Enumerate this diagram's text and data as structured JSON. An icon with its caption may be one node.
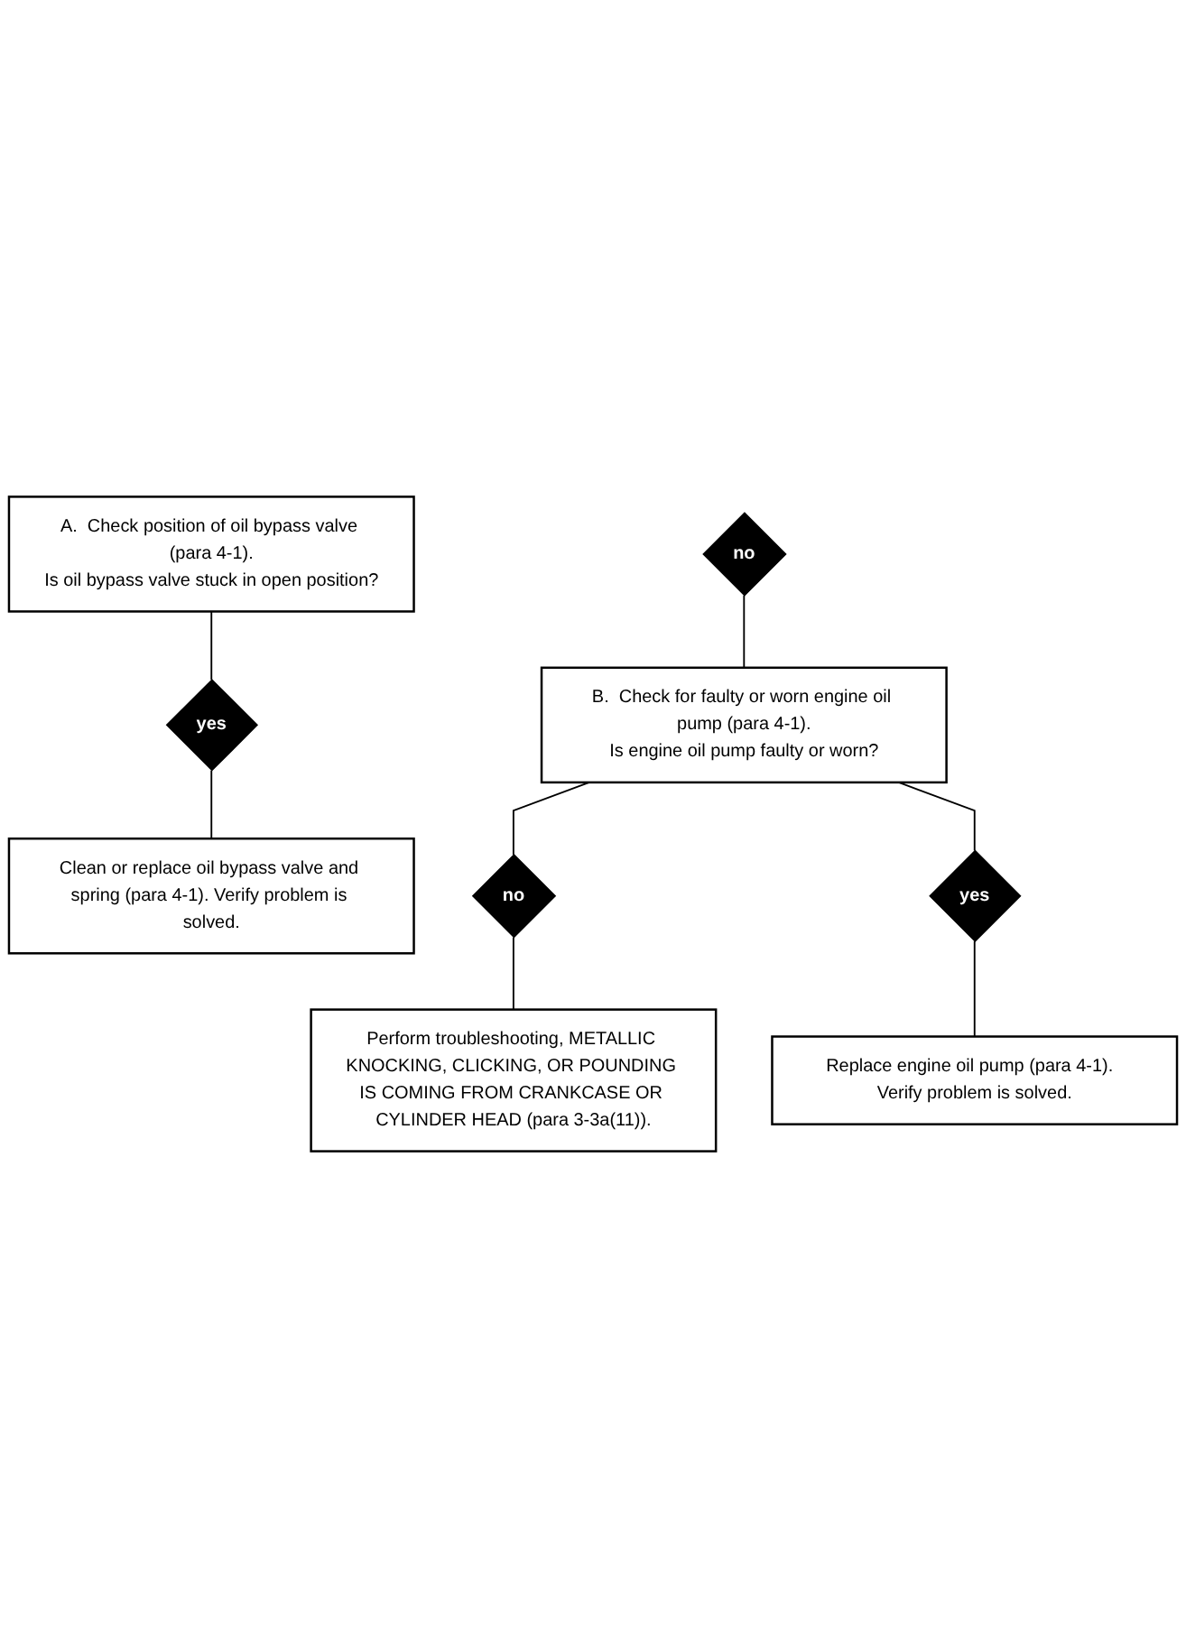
{
  "diagram": {
    "nodes": [
      {
        "text": [
          "A.  Check position of oil bypass valve (para 4-1).",
          "Is oil bypass valve stuck in open position?"
        ]
      },
      {
        "text": [
          "no"
        ]
      },
      {
        "text": [
          "yes"
        ]
      },
      {
        "text": [
          "Clean or replace oil bypass valve and spring (para 4-1). Verify problem is solved."
        ]
      },
      {
        "text": [
          "B.  Check for faulty or worn engine oil pump (para 4-1).",
          "Is engine oil pump faulty or worn?"
        ]
      },
      {
        "text": [
          "no"
        ]
      },
      {
        "text": [
          "yes"
        ]
      },
      {
        "text": [
          "Replace engine oil pump (para 4-1).  Verify problem is solved."
        ]
      },
      {
        "text": [
          "Perform troubleshooting, METALLIC KNOCKING, CLICKING, OR POUNDING IS COMING FROM CRANKCASE OR CYLINDER HEAD (para 3-3a(11))."
        ]
      }
    ],
    "edges": [
      {
        "from": 0,
        "to": 2,
        "arrow": "none"
      },
      {
        "from": 2,
        "to": 3,
        "arrow": "none"
      },
      {
        "from": 1,
        "to": 4,
        "arrow": "none"
      },
      {
        "from": 4,
        "to": 5,
        "arrow": "none"
      },
      {
        "from": 4,
        "to": 6,
        "arrow": "none"
      },
      {
        "from": 6,
        "to": 7,
        "arrow": "none"
      },
      {
        "from": 5,
        "to": 8,
        "arrow": "none"
      }
    ]
  }
}
